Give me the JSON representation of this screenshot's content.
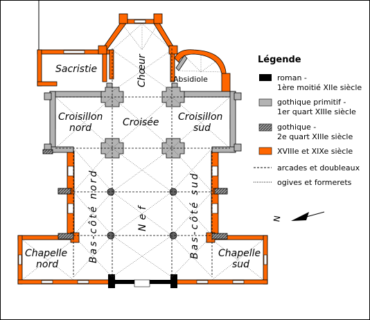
{
  "rooms": {
    "sacristie": "Sacristie",
    "choeur": "Chœur",
    "absidiole": "Absidiole",
    "croisillon_nord_1": "Croisillon",
    "croisillon_nord_2": "nord",
    "croisee": "Croisée",
    "croisillon_sud_1": "Croisillon",
    "croisillon_sud_2": "sud",
    "bas_cote_nord": "Bas-côté nord",
    "nef": "Nef",
    "bas_cote_sud": "Bas-côté sud",
    "chapelle_nord_1": "Chapelle",
    "chapelle_nord_2": "nord",
    "chapelle_sud_1": "Chapelle",
    "chapelle_sud_2": "sud"
  },
  "legend": {
    "title": "Légende",
    "items": [
      {
        "line1": "roman -",
        "line2": "1ère moitié XIIe siècle"
      },
      {
        "line1": "gothique primitif -",
        "line2": "1er quart XIIIe siècle"
      },
      {
        "line1": "gothique -",
        "line2": "2e quart XIIIe siècle"
      },
      {
        "line1": "XVIIIe et XIXe siècle",
        "line2": ""
      },
      {
        "line1": "arcades et doubleaux",
        "line2": ""
      },
      {
        "line1": "ogives et formerets",
        "line2": ""
      }
    ]
  },
  "compass": {
    "label": "N"
  },
  "colors": {
    "roman": "#000000",
    "gothique_primitif": "#b3b3b3",
    "gothique": "#666666",
    "moderne": "#ff6600"
  }
}
